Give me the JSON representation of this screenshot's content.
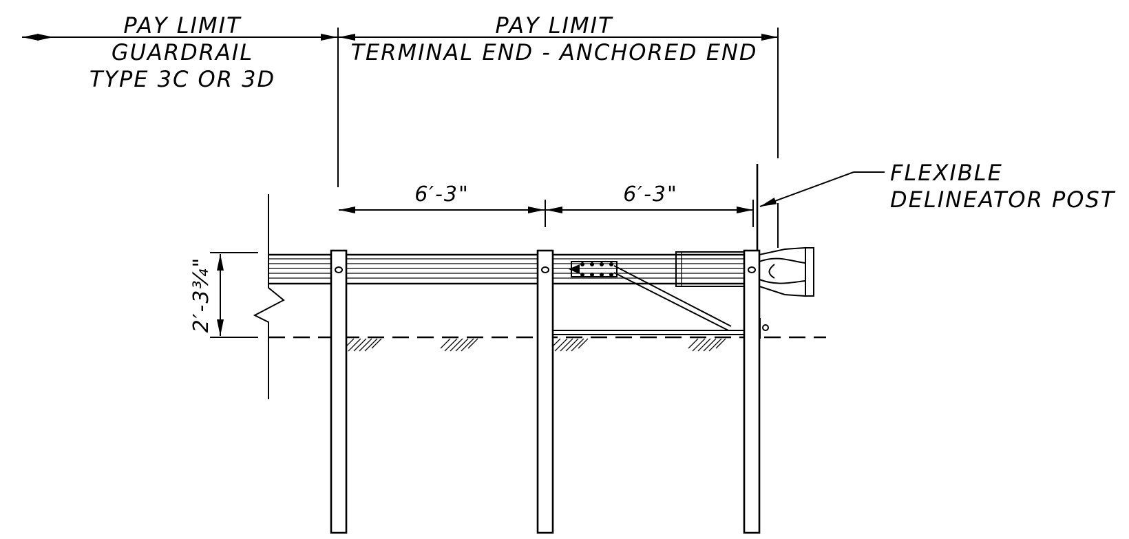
{
  "labels": {
    "pay_limit_left": "PAY LIMIT",
    "guardrail": "GUARDRAIL",
    "guardrail_type": "TYPE 3C OR 3D",
    "pay_limit_right": "PAY LIMIT",
    "terminal_end": "TERMINAL END - ANCHORED END",
    "flexible": "FLEXIBLE",
    "delineator_post": "DELINEATOR POST"
  },
  "dimensions": {
    "post_spacing_1": "6′-3\"",
    "post_spacing_2": "6′-3\"",
    "rail_height": "2′-3¾\""
  }
}
